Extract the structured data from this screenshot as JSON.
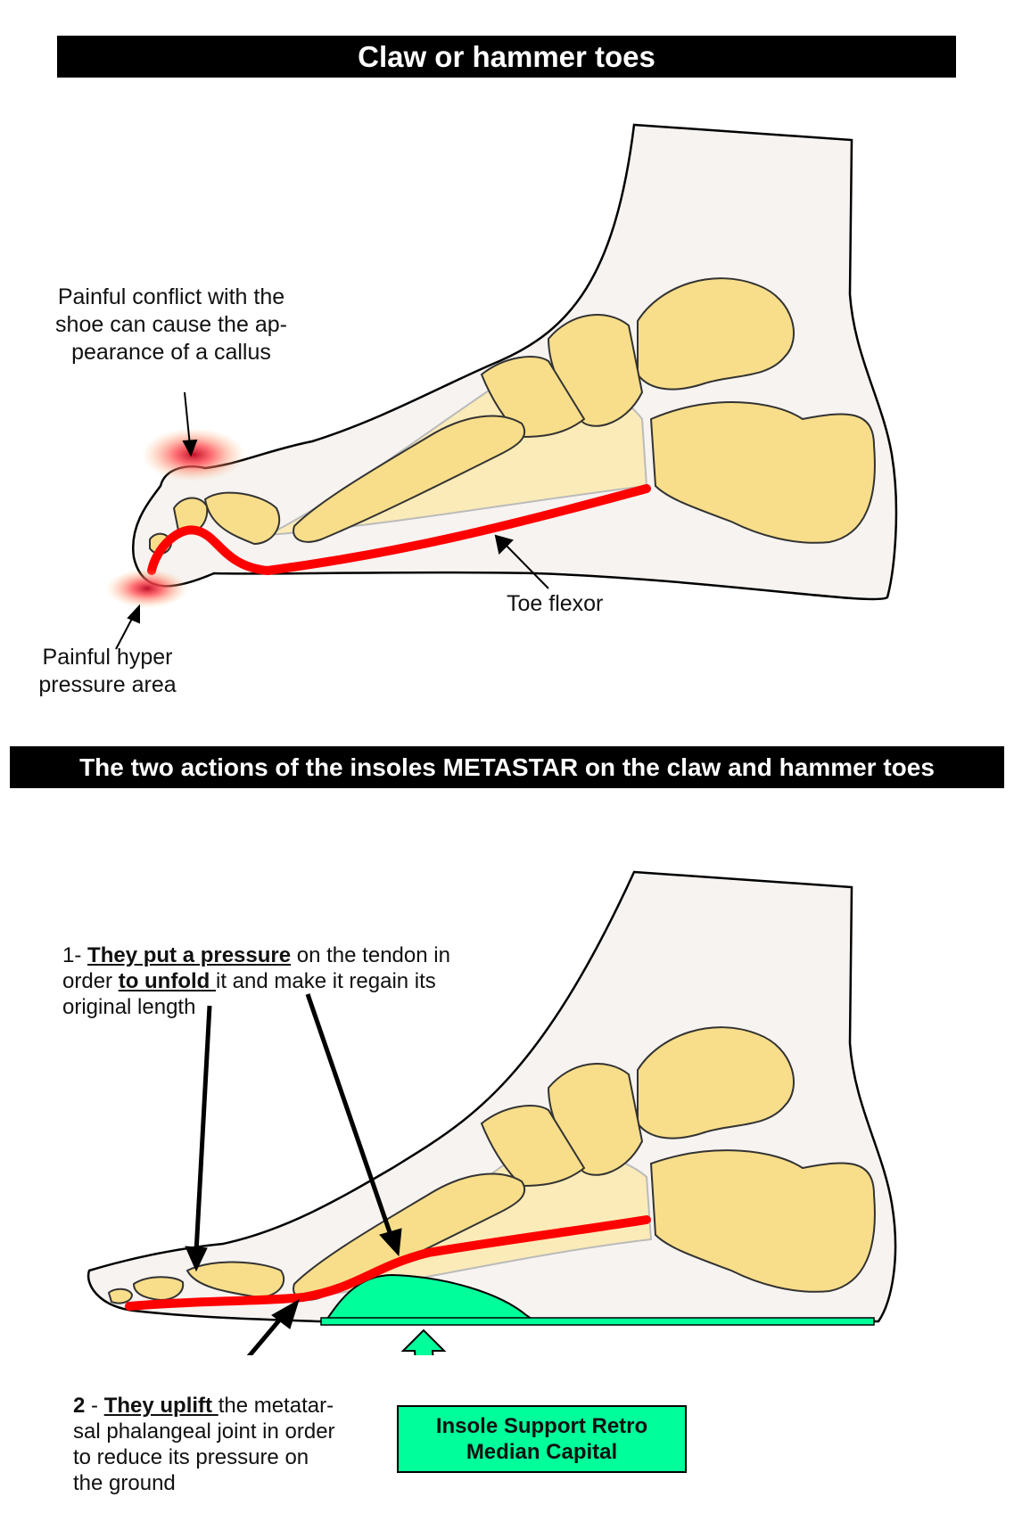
{
  "banners": {
    "top": "Claw or hammer toes",
    "middle": "The two actions of the insoles METASTAR on the claw and hammer toes"
  },
  "top_figure": {
    "callus_label": [
      "Painful conflict with the",
      "shoe can cause the ap-",
      "pearance of a callus"
    ],
    "hyper_pressure_label": [
      "Painful hyper",
      "pressure area"
    ],
    "toe_flexor_label": "Toe flexor"
  },
  "bottom_figure": {
    "action1": {
      "number": "1",
      "dash": "- ",
      "emph1": "They put a pressure",
      "text1": " on the tendon in",
      "text2": "order ",
      "emph2": "to unfold ",
      "text3": "it and make it regain its",
      "text4": "original length"
    },
    "action2": {
      "number": "2",
      "dash": " - ",
      "emph": "They uplift ",
      "text1": "the metatar-",
      "line2": "sal phalangeal joint in order",
      "line3": "to reduce its pressure on",
      "line4": "the ground"
    },
    "insole_label": [
      "Insole Support Retro",
      "Median Capital"
    ]
  },
  "colors": {
    "bone": "#f8de8a",
    "bone_light": "#fbebb8",
    "skin": "#f6f3f1",
    "tendon": "#ff0000",
    "insole": "#00ff9a",
    "banner": "#000000"
  }
}
